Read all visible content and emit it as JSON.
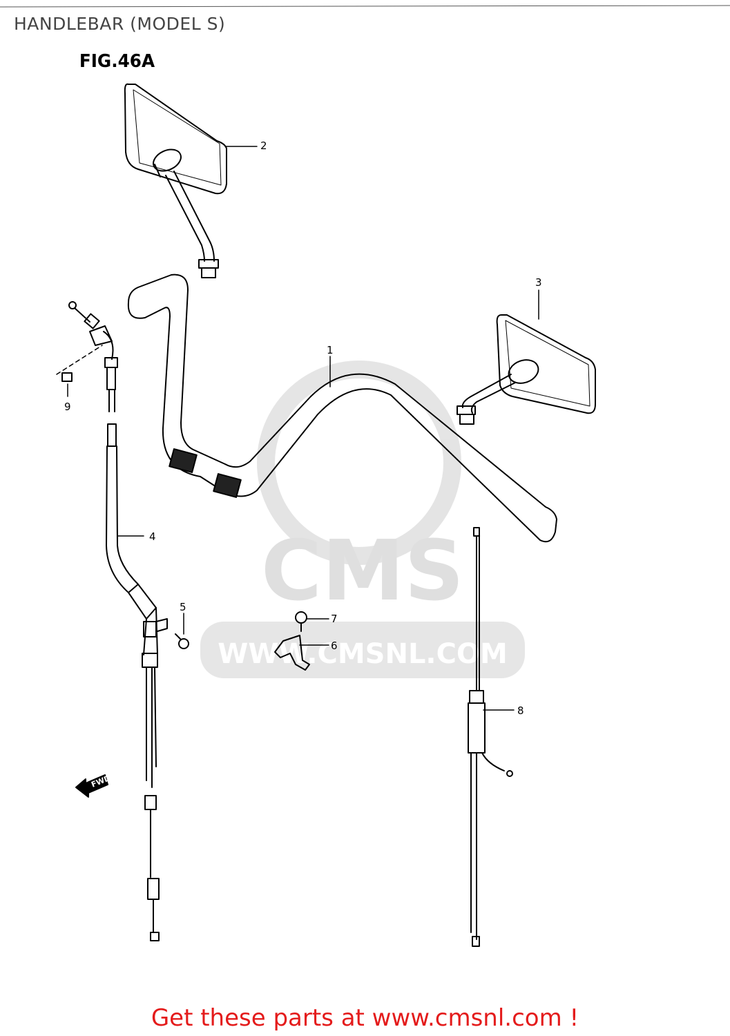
{
  "header": {
    "title": "HANDLEBAR (MODEL S)"
  },
  "figure": {
    "label": "FIG.46A"
  },
  "callouts": {
    "c1": "1",
    "c2": "2",
    "c3": "3",
    "c4": "4",
    "c5": "5",
    "c6": "6",
    "c7": "7",
    "c8": "8",
    "c9": "9"
  },
  "direction_marker": "FWD",
  "watermark": {
    "brand": "CMS",
    "url": "WWW.CMSNL.COM"
  },
  "footer": {
    "link_text": "Get these parts at www.cmsnl.com !"
  },
  "colors": {
    "footer_link": "#e41b1b",
    "title": "#444444",
    "watermark": "#d9d9d9"
  }
}
